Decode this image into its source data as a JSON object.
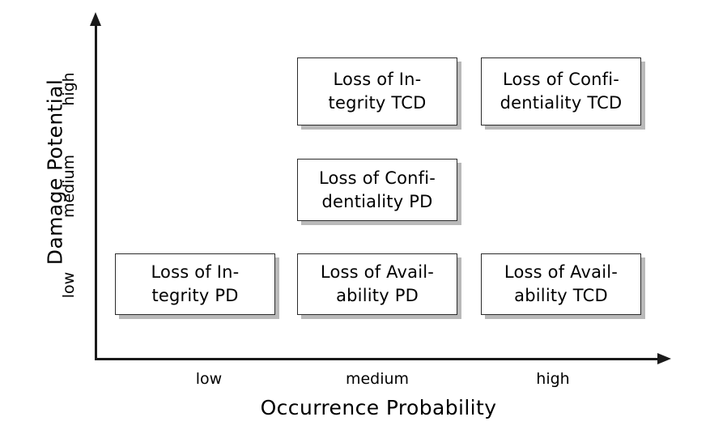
{
  "chart_data": {
    "type": "table",
    "title": "",
    "xlabel": "Occurrence Probability",
    "ylabel": "Damage Potential",
    "x_ticks": [
      "low",
      "medium",
      "high"
    ],
    "y_ticks": [
      "high",
      "medium",
      "low"
    ],
    "grid": false,
    "legend": "none",
    "cells": [
      {
        "x": "medium",
        "y": "high",
        "lines": [
          "Loss of In-",
          "tegrity TCD"
        ],
        "text": "Loss of Integrity TCD"
      },
      {
        "x": "high",
        "y": "high",
        "lines": [
          "Loss of Confi-",
          "dentiality TCD"
        ],
        "text": "Loss of Confidentiality TCD"
      },
      {
        "x": "medium",
        "y": "medium",
        "lines": [
          "Loss of Confi-",
          "dentiality PD"
        ],
        "text": "Loss of Confidentiality PD"
      },
      {
        "x": "low",
        "y": "low",
        "lines": [
          "Loss of In-",
          "tegrity PD"
        ],
        "text": "Loss of Integrity PD"
      },
      {
        "x": "medium",
        "y": "low",
        "lines": [
          "Loss of Avail-",
          "ability PD"
        ],
        "text": "Loss of Availability PD"
      },
      {
        "x": "high",
        "y": "low",
        "lines": [
          "Loss of Avail-",
          "ability TCD"
        ],
        "text": "Loss of Availability TCD"
      }
    ],
    "empty_cells": [
      {
        "x": "low",
        "y": "high"
      },
      {
        "x": "low",
        "y": "medium"
      },
      {
        "x": "high",
        "y": "medium"
      }
    ]
  },
  "axes": {
    "y_title": "Damage Potential",
    "x_title": "Occurrence Probability",
    "y_ticks": {
      "high": "high",
      "medium": "medium",
      "low": "low"
    },
    "x_ticks": {
      "low": "low",
      "medium": "medium",
      "high": "high"
    }
  },
  "colors": {
    "axis": "#1a1a1a",
    "box_border": "#2b2b2b",
    "box_fill": "#ffffff",
    "box_shadow": "#b9b9b9",
    "text": "#000000",
    "background": "#ffffff"
  }
}
